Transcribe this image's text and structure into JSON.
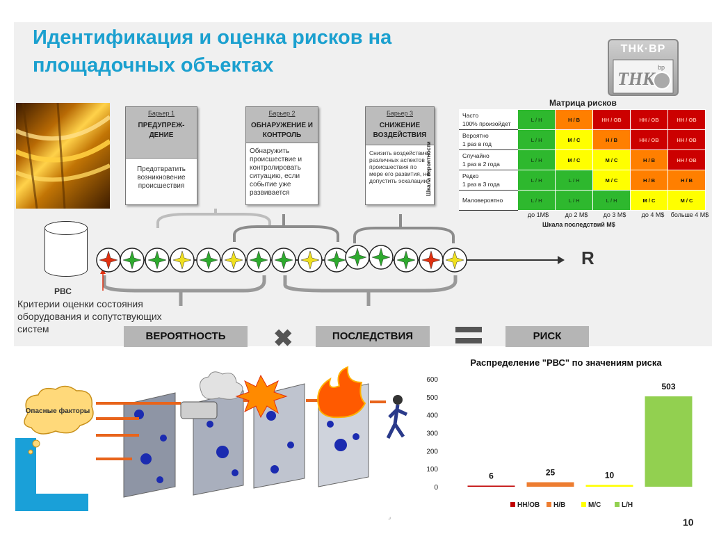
{
  "slide": {
    "title": "Идентификация и оценка рисков на площадочных объектах",
    "page_number": "10",
    "footer_mark": "⌟"
  },
  "logo": {
    "brand": "ТНК·BP",
    "mark": "ТНК",
    "bp": "bp"
  },
  "barriers": [
    {
      "num": "Барьер 1",
      "name": "ПРЕДУПРЕЖ-ДЕНИЕ",
      "text": "Предотвратить возникновение происшествия"
    },
    {
      "num": "Барьер 2",
      "name": "ОБНАРУЖЕНИЕ И КОНТРОЛЬ",
      "text": "Обнаружить происшествие и контролировать ситуацию, если событие уже развивается"
    },
    {
      "num": "Барьер 3",
      "name": "СНИЖЕНИЕ ВОЗДЕЙСТВИЯ",
      "text": "Снизить воздействие различных аспектов происшествия по мере его развития, не допустить эскалации"
    }
  ],
  "matrix": {
    "title": "Матрица рисков",
    "y_axis": "Шкала вероятности",
    "x_axis": "Шкала последствий М$",
    "rows": [
      {
        "label1": "Часто",
        "label2": "100% произойдет",
        "cells": [
          "L / H",
          "Н / В",
          "НН / ОВ",
          "НН / ОВ",
          "НН / ОВ"
        ]
      },
      {
        "label1": "Вероятно",
        "label2": "1 раз в год",
        "cells": [
          "L / H",
          "М / С",
          "Н / В",
          "НН / ОВ",
          "НН / ОВ"
        ]
      },
      {
        "label1": "Случайно",
        "label2": "1 раз в 2 года",
        "cells": [
          "L / H",
          "М / С",
          "М / С",
          "Н / В",
          "НН / ОВ"
        ]
      },
      {
        "label1": "Редко",
        "label2": "1 раз в 3 года",
        "cells": [
          "L / H",
          "L / H",
          "М / С",
          "Н / В",
          "Н / В"
        ]
      },
      {
        "label1": "Маловероятно",
        "label2": "",
        "cells": [
          "L / H",
          "L / H",
          "L / H",
          "М / С",
          "М / С"
        ]
      }
    ],
    "x_ticks": [
      "до 1М$",
      "до 2 М$",
      "до 3 М$",
      "до 4 М$",
      "больше 4 М$"
    ],
    "colors": {
      "L / H": "#2eb82e",
      "М / С": "#ffff00",
      "Н / В": "#ff7f00",
      "НН / ОВ": "#cc0000"
    }
  },
  "chain": {
    "tank_label": "РВС",
    "criteria": "Критерии оценки состояния оборудования и сопутствующих систем",
    "result": "R",
    "star_colors": [
      "#e03010",
      "#2eaa2e",
      "#2eaa2e",
      "#f0e020",
      "#2eaa2e",
      "#f0e020",
      "#2eaa2e",
      "#2eaa2e",
      "#f0e020",
      "#2eaa2e",
      "#2eaa2e",
      "#2eaa2e",
      "#2eaa2e",
      "#e03010",
      "#f0e020"
    ]
  },
  "formula": {
    "probability": "ВЕРОЯТНОСТЬ",
    "consequences": "ПОСЛЕДСТВИЯ",
    "risk": "РИСК"
  },
  "hazards": {
    "label": "Опасные факторы"
  },
  "chart_data": {
    "type": "bar",
    "title": "Распределение \"РВС\" по значениям риска",
    "categories": [
      "НН/ОВ",
      "Н/В",
      "М/С",
      "L/H"
    ],
    "values": [
      6,
      25,
      10,
      503
    ],
    "colors": [
      "#c00000",
      "#ed7d31",
      "#ffff00",
      "#92d050"
    ],
    "ylim": [
      0,
      600
    ],
    "yticks": [
      0,
      100,
      200,
      300,
      400,
      500,
      600
    ],
    "legend_position": "bottom",
    "grid": false
  }
}
